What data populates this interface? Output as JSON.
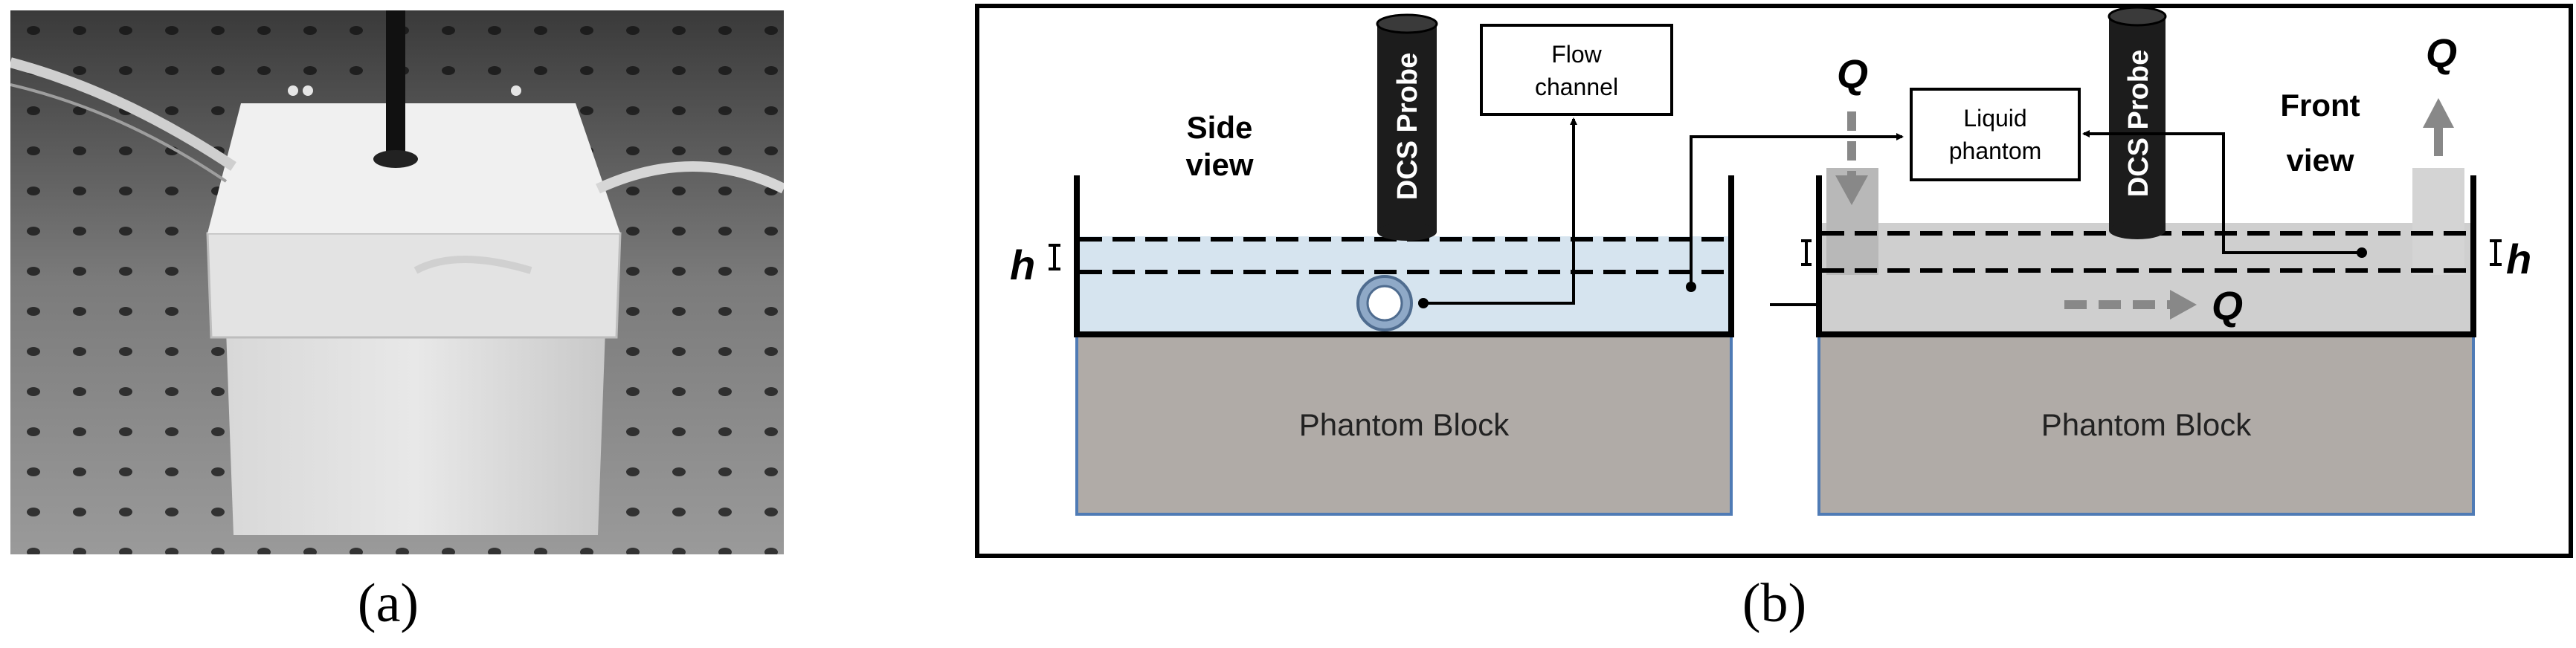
{
  "panel_a": {
    "caption": "(a)"
  },
  "panel_b": {
    "caption": "(b)",
    "left": {
      "view_label_line1": "Side",
      "view_label_line2": "view",
      "probe_label": "DCS Probe",
      "callout_line1": "Flow",
      "callout_line2": "channel",
      "height_symbol": "h",
      "block_label": "Phantom Block"
    },
    "middle": {
      "callout_line1": "Liquid",
      "callout_line2": "phantom",
      "inflow_symbol": "Q"
    },
    "right": {
      "view_label_line1": "Front",
      "view_label_line2": "view",
      "probe_label": "DCS Probe",
      "outflow_symbol": "Q",
      "flow_symbol": "Q",
      "height_symbol": "h",
      "block_label": "Phantom Block"
    },
    "colors": {
      "liquid_side": "#d6e4ef",
      "liquid_front": "#cfcfcf",
      "block": "#b0aba7",
      "block_border": "#4f7bb5",
      "arrow_gray": "#888888",
      "probe": "#1c1c1c"
    }
  }
}
